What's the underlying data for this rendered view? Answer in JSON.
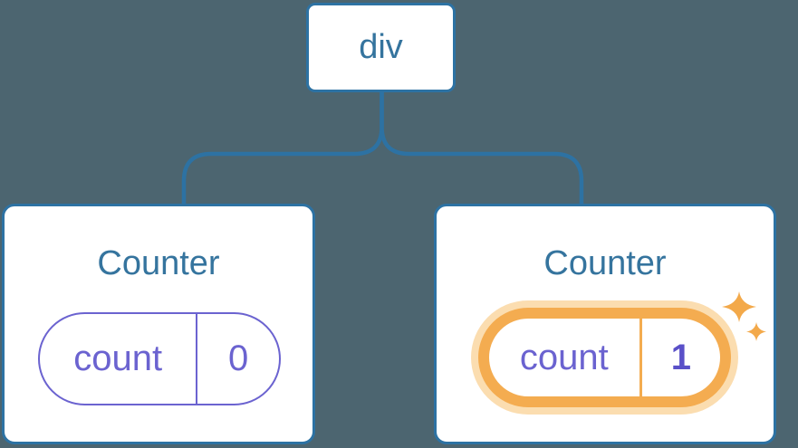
{
  "diagram": {
    "root": {
      "label": "div"
    },
    "children": [
      {
        "title": "Counter",
        "state": {
          "key": "count",
          "value": "0"
        },
        "highlighted": false
      },
      {
        "title": "Counter",
        "state": {
          "key": "count",
          "value": "1"
        },
        "highlighted": true
      }
    ]
  },
  "colors": {
    "background": "#4C6570",
    "connector_blue": "#2D72A3",
    "node_text_blue": "#35749E",
    "state_purple": "#6B63D0",
    "state_value_bold_purple": "#5A50C8",
    "highlight_orange": "#F4AC50",
    "highlight_orange_glow": "#FBDDB0",
    "sparkle_orange": "#F3A94A",
    "card_background": "#FFFFFF"
  },
  "icons": {
    "sparkles": "sparkles-icon"
  }
}
